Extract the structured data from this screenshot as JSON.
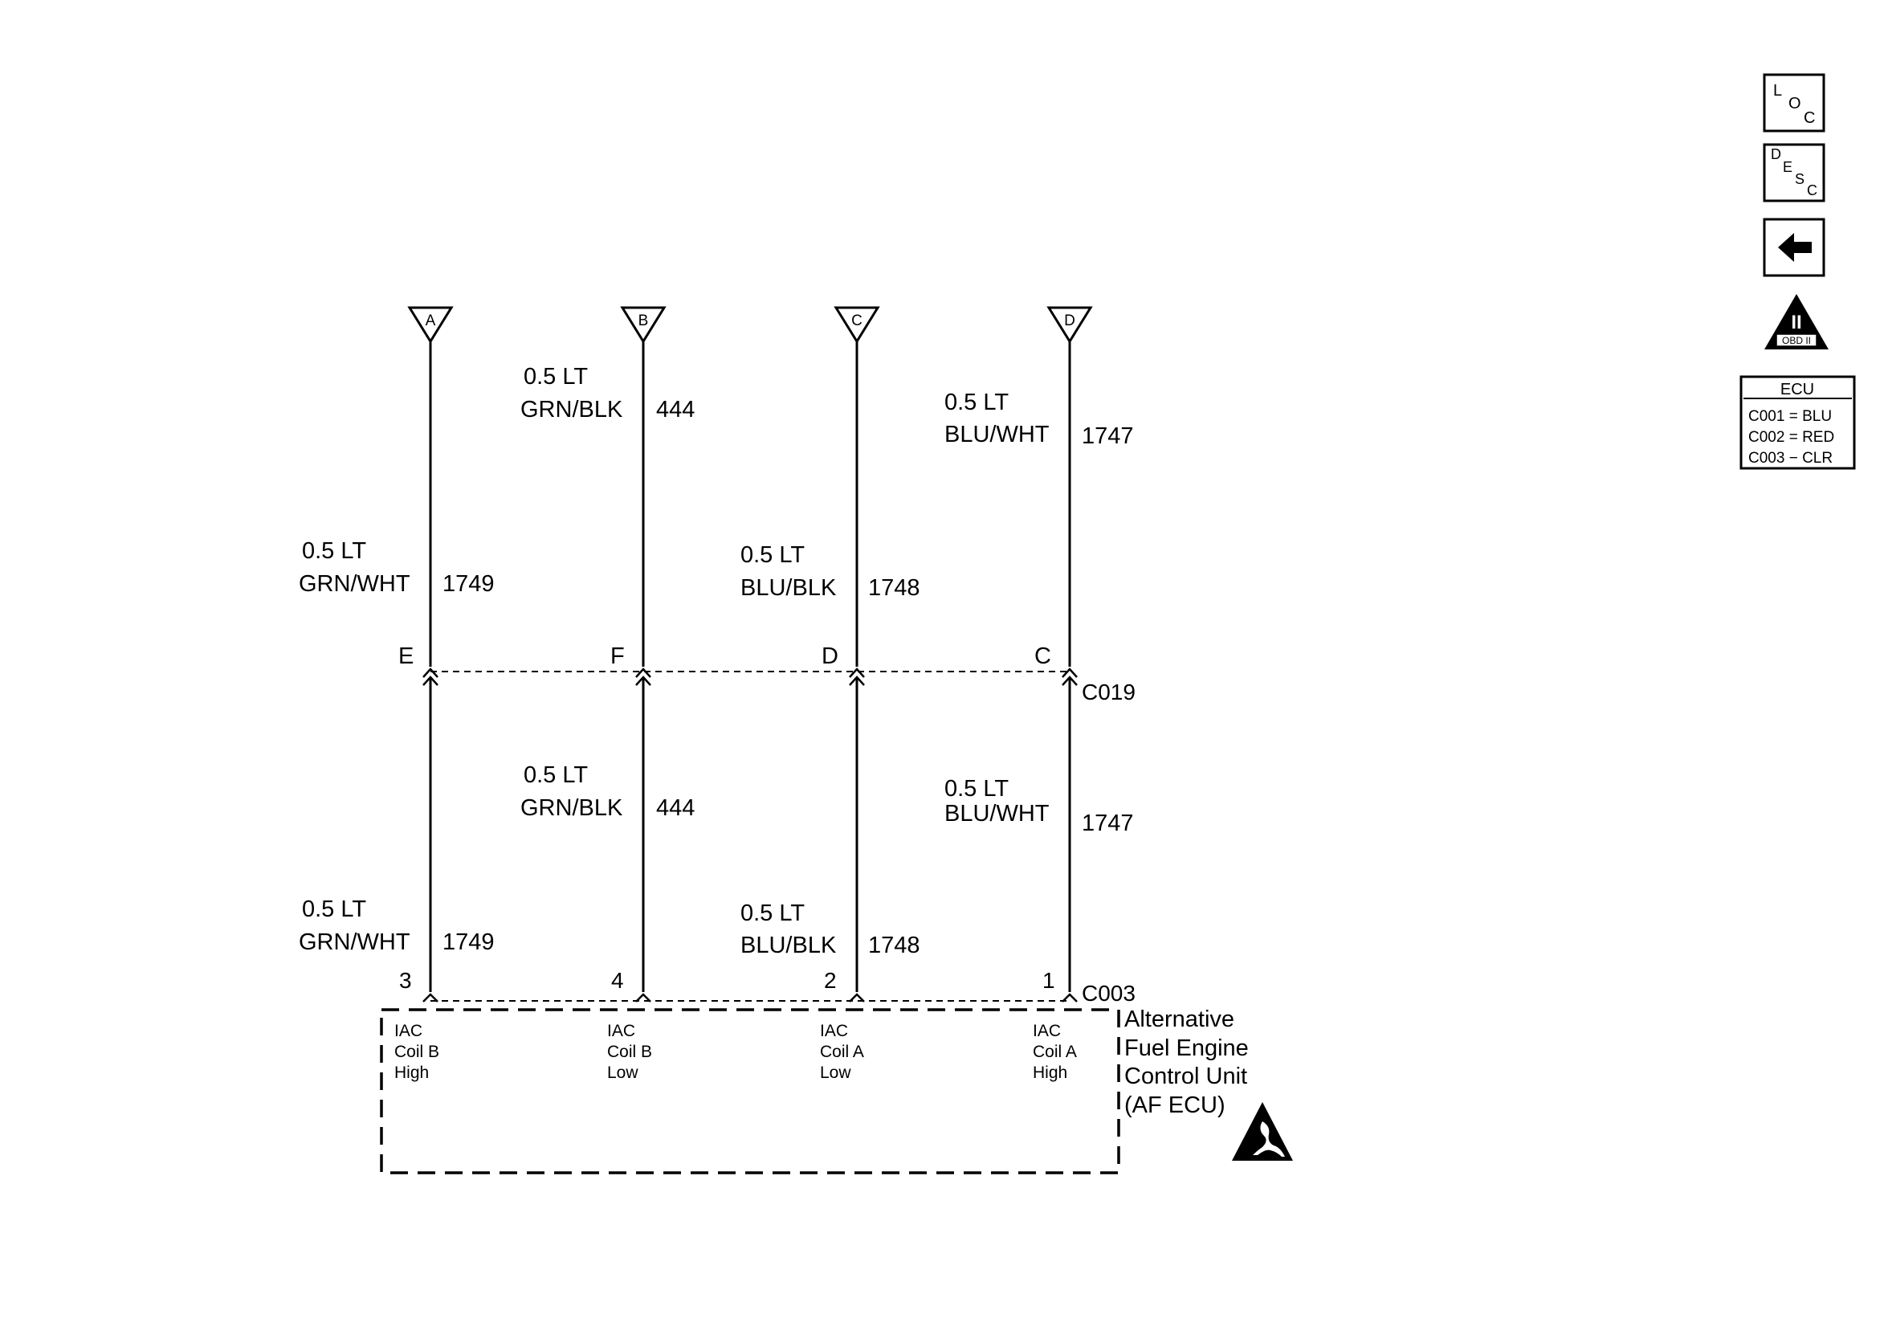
{
  "connectors_top": [
    {
      "letter": "A"
    },
    {
      "letter": "B"
    },
    {
      "letter": "C"
    },
    {
      "letter": "D"
    }
  ],
  "wires_upper": [
    {
      "size": "0.5 LT",
      "color": "GRN/WHT",
      "circuit": "1749"
    },
    {
      "size": "0.5 LT",
      "color": "GRN/BLK",
      "circuit": "444"
    },
    {
      "size": "0.5 LT",
      "color": "BLU/BLK",
      "circuit": "1748"
    },
    {
      "size": "0.5 LT",
      "color": "BLU/WHT",
      "circuit": "1747"
    }
  ],
  "wires_lower": [
    {
      "size": "0.5 LT",
      "color": "GRN/WHT",
      "circuit": "1749"
    },
    {
      "size": "0.5 LT",
      "color": "GRN/BLK",
      "circuit": "444"
    },
    {
      "size": "0.5 LT",
      "color": "BLU/BLK",
      "circuit": "1748"
    },
    {
      "size": "0.5 LT",
      "color": "BLU/WHT",
      "circuit": "1747"
    }
  ],
  "connector_c019": {
    "name": "C019",
    "pins": [
      "E",
      "F",
      "D",
      "C"
    ]
  },
  "connector_c003": {
    "name": "C003",
    "pins": [
      "3",
      "4",
      "2",
      "1"
    ]
  },
  "ecu_pins": [
    {
      "line1": "IAC",
      "line2": "Coil B",
      "line3": "High"
    },
    {
      "line1": "IAC",
      "line2": "Coil B",
      "line3": "Low"
    },
    {
      "line1": "IAC",
      "line2": "Coil A",
      "line3": "Low"
    },
    {
      "line1": "IAC",
      "line2": "Coil A",
      "line3": "High"
    }
  ],
  "component_label": [
    "Alternative",
    "Fuel Engine",
    "Control Unit",
    "(AF ECU)"
  ],
  "nav": {
    "loc": {
      "l1": "L",
      "l2": "O",
      "l3": "C"
    },
    "desc": {
      "l1": "D",
      "l2": "E",
      "l3": "S",
      "l4": "C"
    },
    "back_icon": "left-arrow-icon",
    "obd": {
      "numeral": "II",
      "label": "OBD II"
    }
  },
  "ecu_legend": {
    "title": "ECU",
    "rows": [
      "C001 = BLU",
      "C002 = RED",
      "C003 − CLR"
    ]
  },
  "colors": {
    "line": "#000000",
    "background": "#ffffff"
  }
}
